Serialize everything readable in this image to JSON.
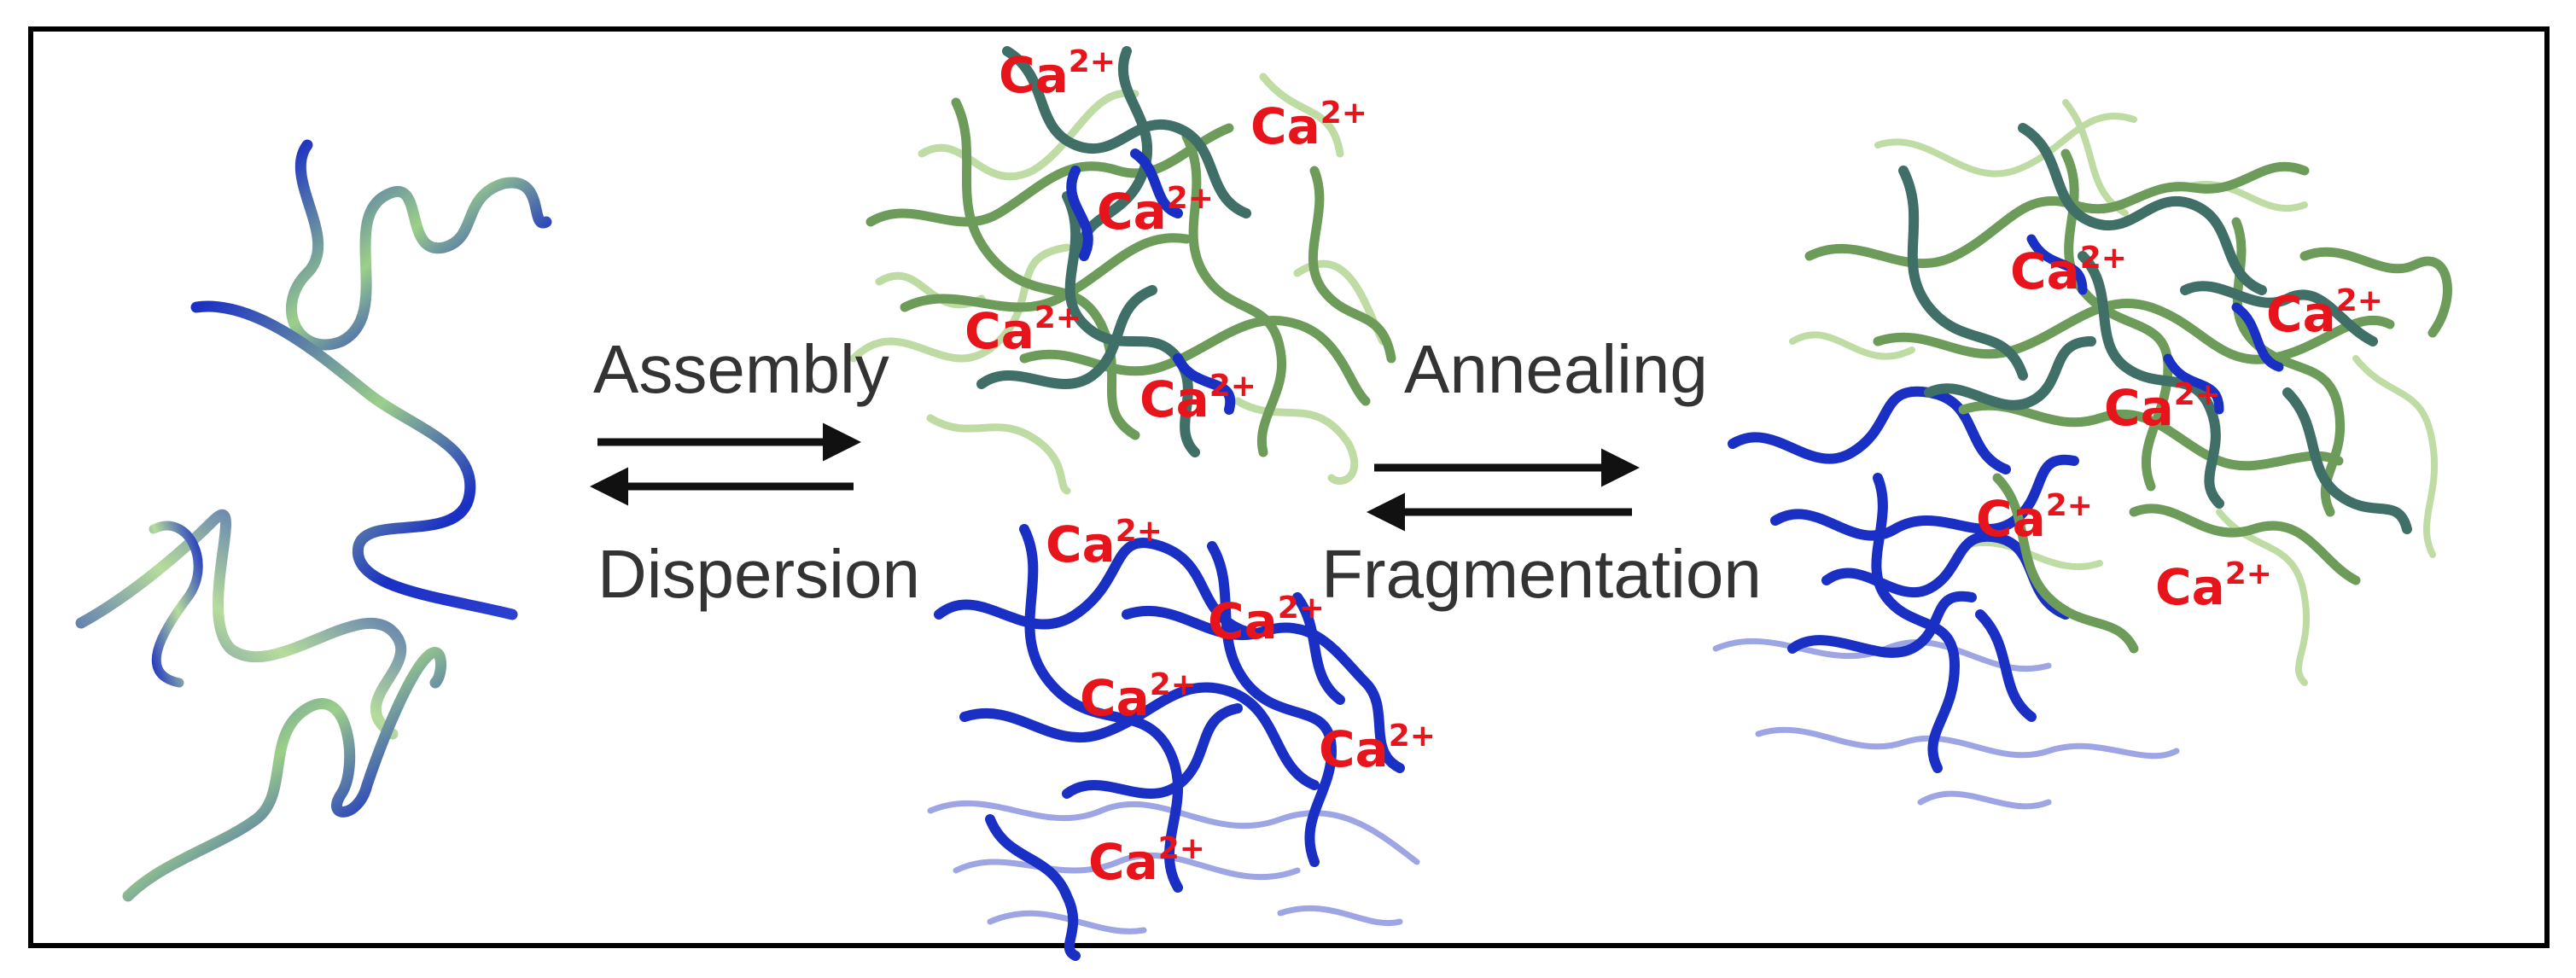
{
  "processes": {
    "assembly": "Assembly",
    "dispersion": "Dispersion",
    "annealing": "Annealing",
    "fragmentation": "Fragmentation"
  },
  "ion_label": {
    "base": "Ca",
    "superscript": "2+"
  },
  "colors": {
    "frame": "#000000",
    "label_text": "#333333",
    "ion_text": "#e8141c",
    "arrow": "#111111",
    "strand_blue": "#1a2fc4",
    "strand_teal": "#3f6f66",
    "strand_green": "#6d9c5a",
    "strand_light_green": "#b8d89a",
    "strand_light_blue": "#8c96e0"
  }
}
